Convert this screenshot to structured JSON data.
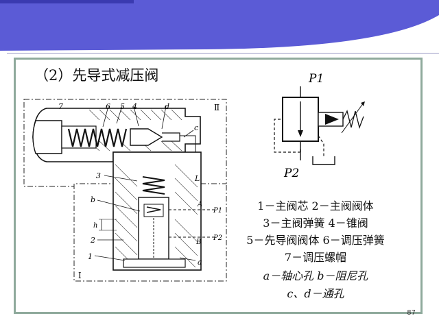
{
  "slide": {
    "title": "（2）先导式减压阀",
    "page_number": "87"
  },
  "section_drawing": {
    "part_labels": [
      "7",
      "6",
      "5",
      "4",
      "d",
      "Ⅱ",
      "c",
      "3",
      "L",
      "b",
      "A",
      "P1",
      "h",
      "2",
      "P2",
      "B",
      "1",
      "a",
      "Ⅰ"
    ]
  },
  "symbol": {
    "inlet_label": "P1",
    "outlet_label": "P2"
  },
  "legend": {
    "line1": "1－主阀芯  2－主阀阀体",
    "line2": "3－主阀弹簧  4－锥阀",
    "line3": "5－先导阀阀体  6－调压弹簧",
    "line4": "7－调压螺帽",
    "line5": "a－轴心孔   b－阻尼孔",
    "line6": "c、d－通孔"
  },
  "colors": {
    "banner": "#5b5bd6",
    "frame": "#8faa9c"
  }
}
